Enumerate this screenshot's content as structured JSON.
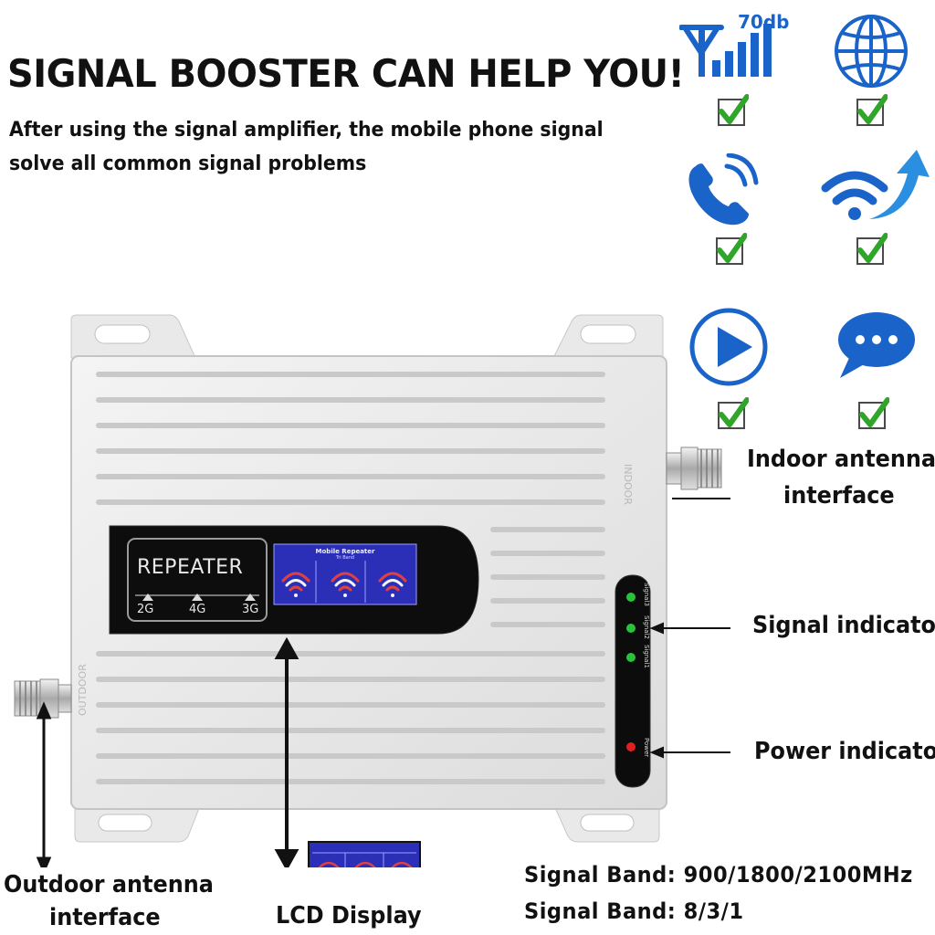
{
  "headline": "SIGNAL BOOSTER CAN HELP YOU!",
  "subtitle_line1": "After using the signal amplifier, the mobile phone signal",
  "subtitle_line2": " solve all common signal problems",
  "icons": {
    "antenna_db": "70db",
    "items": [
      {
        "name": "antenna-signal-icon",
        "checked": true
      },
      {
        "name": "globe-icon",
        "checked": true
      },
      {
        "name": "phone-call-icon",
        "checked": true
      },
      {
        "name": "wifi-boost-icon",
        "checked": true
      },
      {
        "name": "play-icon",
        "checked": true
      },
      {
        "name": "chat-bubble-icon",
        "checked": true
      }
    ]
  },
  "device": {
    "panel_label": "REPEATER",
    "bands": [
      "2G",
      "4G",
      "3G"
    ],
    "lcd_title": "Mobile Repeater",
    "lcd_subtitle": "Tri Band",
    "indoor_port_text": "INDOOR",
    "outdoor_port_text": "OUTDOOR",
    "led_labels": [
      "Signal3",
      "Signal2",
      "Signal1"
    ],
    "power_led_label": "Power"
  },
  "callouts": {
    "indoor_line1": "Indoor antenna",
    "indoor_line2": "interface",
    "signal_indicator": "Signal indicator",
    "power_indicator": "Power indicator",
    "outdoor_line1": "Outdoor antenna",
    "outdoor_line2": "interface",
    "lcd_display": "LCD Display"
  },
  "specs": {
    "frequency": "Signal Band: 900/1800/2100MHz",
    "bands": "Signal Band:   8/3/1"
  },
  "colors": {
    "icon_blue": "#1a63c9",
    "check_green": "#2fa52a",
    "lcd_blue": "#2b2fb8",
    "led_green": "#27c43a",
    "led_red": "#e02020"
  }
}
